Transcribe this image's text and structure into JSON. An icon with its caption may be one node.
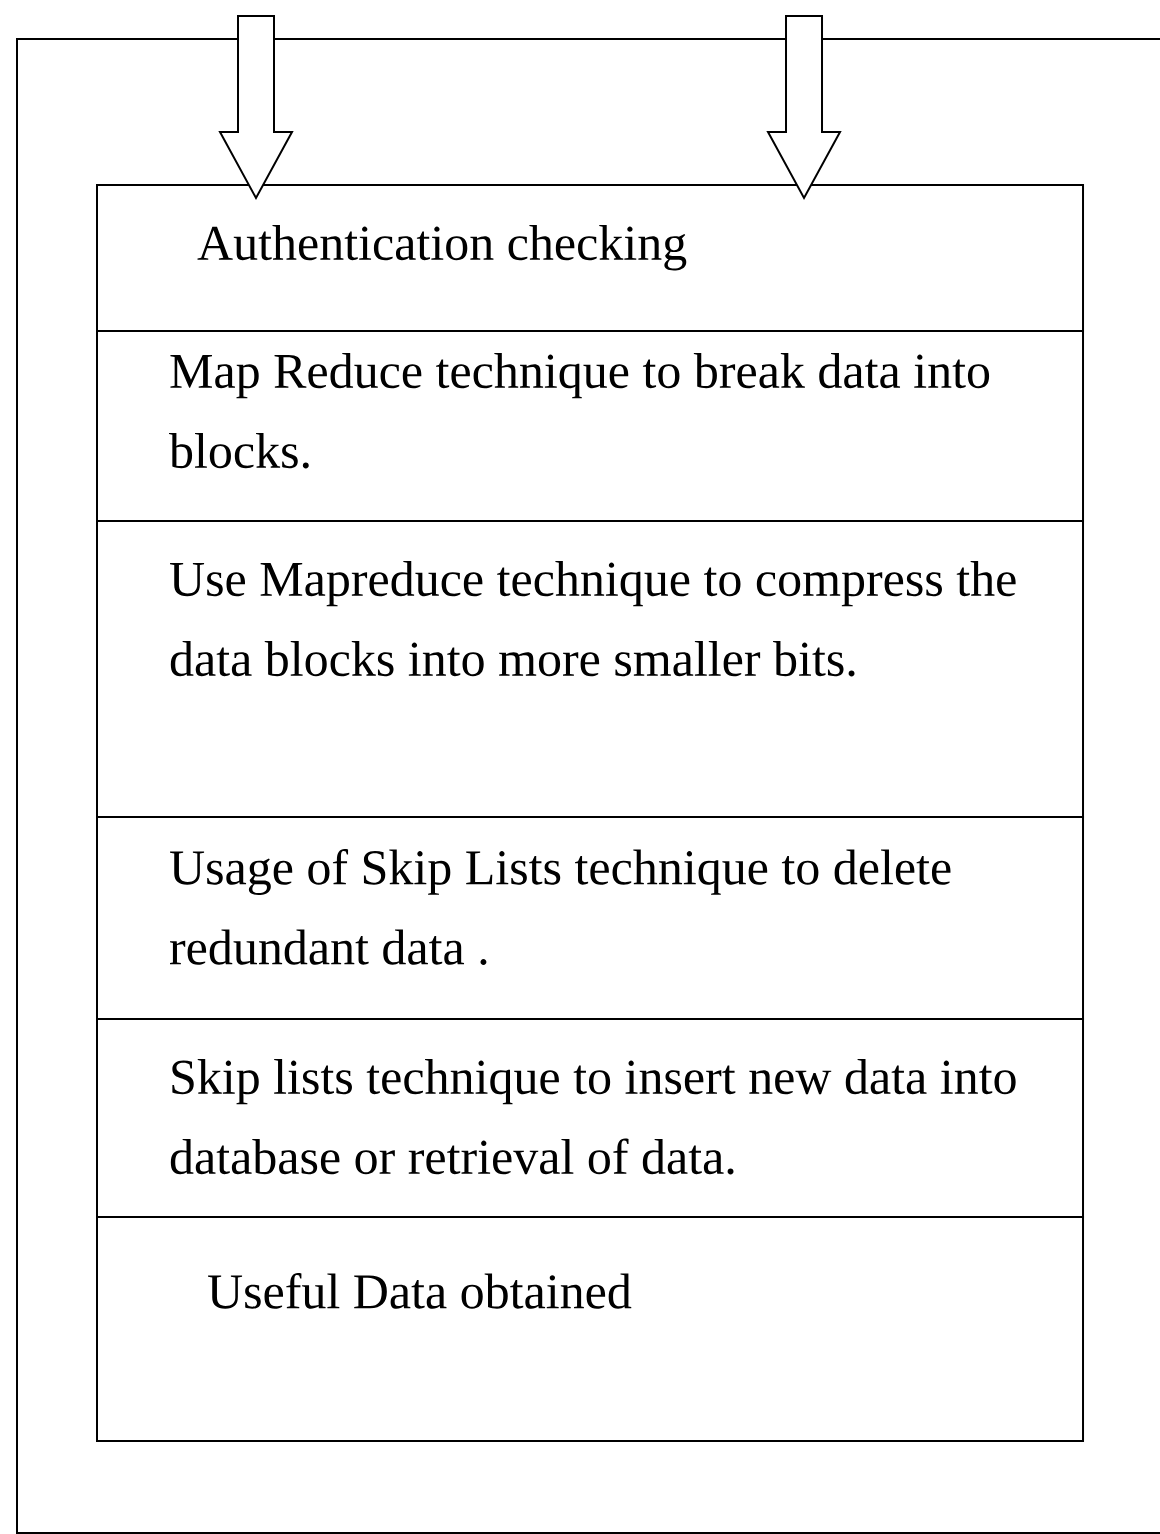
{
  "diagram": {
    "nodes": [
      {
        "text": [],
        "shape": "box"
      },
      {
        "text": [
          "Authentication checking"
        ],
        "in": 0
      },
      {
        "text": [
          "Map Reduce technique to break data into blocks."
        ],
        "in": 0
      },
      {
        "text": [
          "Use Mapreduce technique to compress the data blocks into more smaller bits."
        ],
        "in": 0
      },
      {
        "text": [
          "Usage of Skip Lists technique to delete redundant data ."
        ],
        "in": 0
      },
      {
        "text": [
          "Skip lists technique to insert new data into database or retrieval of data."
        ],
        "in": 0
      },
      {
        "text": [
          "Useful Data obtained"
        ],
        "in": 0
      }
    ],
    "edges": [
      {
        "from": null,
        "to": 1,
        "arrow": "to"
      },
      {
        "from": null,
        "to": 1,
        "arrow": "to"
      }
    ]
  }
}
